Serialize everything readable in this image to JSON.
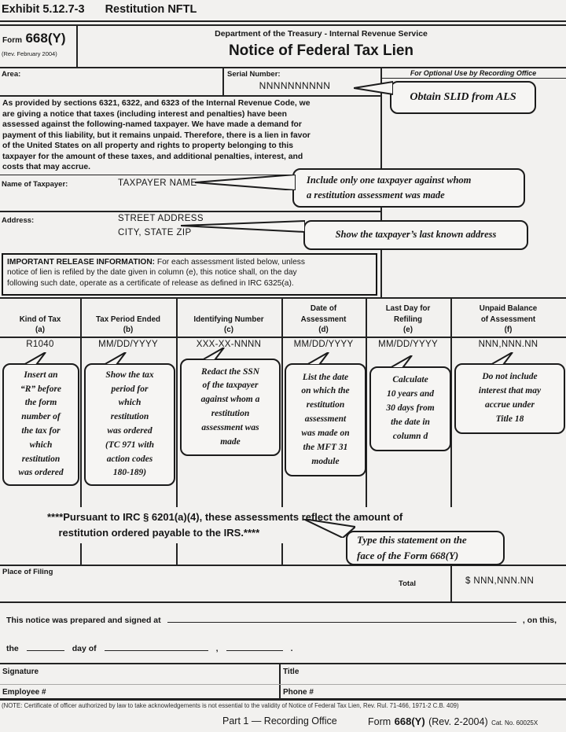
{
  "exhibit": {
    "number": "Exhibit 5.12.7-3",
    "title": "Restitution NFTL"
  },
  "form_header": {
    "form_word": "Form",
    "form_number": "668(Y)",
    "revision": "(Rev. February 2004)",
    "agency": "Department of the Treasury - Internal Revenue Service",
    "title": "Notice of Federal Tax Lien"
  },
  "meta": {
    "area_label": "Area:",
    "serial_label": "Serial Number:",
    "serial_value": "NNNNNNNNNN",
    "optional_use": "For Optional Use by Recording Office"
  },
  "lien_paragraph": "As provided by sections 6321, 6322, and 6323 of the Internal Revenue Code, we\nare giving a notice that taxes (including interest and penalties) have been\nassessed against the following-named taxpayer.  We have made a demand for\npayment of this liability, but it remains unpaid.  Therefore, there is a lien in favor\nof the United States on all property and rights to property belonging to this\ntaxpayer for the amount of these taxes, and additional penalties, interest, and\ncosts that may accrue.",
  "taxpayer": {
    "name_label": "Name of Taxpayer:",
    "name_value": "TAXPAYER NAME",
    "address_label": "Address:",
    "address_line1": "STREET ADDRESS",
    "address_line2": "CITY, STATE ZIP"
  },
  "release": {
    "label": "IMPORTANT RELEASE INFORMATION: ",
    "text": "For each assessment listed below, unless\nnotice of lien is refiled by the date given in column (e), this notice shall, on the day\nfollowing such date, operate as a certificate of release as defined in IRC 6325(a)."
  },
  "table": {
    "columns": [
      {
        "title": "Kind of Tax",
        "letter": "(a)",
        "value": "R1040"
      },
      {
        "title": "Tax Period Ended",
        "letter": "(b)",
        "value": "MM/DD/YYYY"
      },
      {
        "title": "Identifying Number",
        "letter": "(c)",
        "value": "XXX-XX-NNNN"
      },
      {
        "title": "Date of\nAssessment",
        "letter": "(d)",
        "value": "MM/DD/YYYY"
      },
      {
        "title": "Last Day for\nRefiling",
        "letter": "(e)",
        "value": "MM/DD/YYYY"
      },
      {
        "title": "Unpaid Balance\nof Assessment",
        "letter": "(f)",
        "value": "NNN,NNN.NN"
      }
    ],
    "total_label": "Total",
    "total_value": "$ NNN,NNN.NN"
  },
  "callouts": {
    "serial": "Obtain SLID from ALS",
    "taxpayer": "Include only one taxpayer against whom\na restitution assessment was made",
    "address": "Show the taxpayer’s last known address",
    "col_a": "Insert an\n“R” before\nthe form\nnumber of\nthe tax for\nwhich\nrestitution\nwas ordered",
    "col_b": "Show the tax\nperiod for\nwhich\nrestitution\nwas ordered\n(TC 971 with\naction codes\n180-189)",
    "col_c": "Redact the SSN\nof the taxpayer\nagainst whom a\nrestitution\nassessment was\nmade",
    "col_d": "List the date\non which the\nrestitution\nassessment\nwas made on\nthe MFT 31\nmodule",
    "col_e": "Calculate\n10 years and\n30 days from\nthe date in\ncolumn d",
    "col_f": "Do not include\ninterest that may\naccrue under\nTitle 18",
    "statement": "Type this statement on the\nface of the Form 668(Y)"
  },
  "statement": "****Pursuant to IRC § 6201(a)(4), these assessments reflect the amount of\n    restitution ordered payable to the IRS.****",
  "filing": {
    "place_label": "Place of Filing"
  },
  "attestation": {
    "prepared": "This notice was prepared and signed at",
    "on_this": ", on this,",
    "the": "the",
    "day_of": "day of",
    "comma": ",",
    "period": "."
  },
  "signature": {
    "signature_label": "Signature",
    "title_label": "Title",
    "employee_label": "Employee #",
    "phone_label": "Phone #"
  },
  "footnote": "(NOTE: Certificate of officer authorized by law to take acknowledgements is not essential to the validity of Notice of Federal Tax Lien, Rev. Rul. 71-466, 1971-2 C.B. 409)",
  "footer": {
    "part": "Part 1 — Recording Office",
    "form_word": "Form",
    "form_number": "668(Y)",
    "revision": "(Rev. 2-2004)",
    "catalog": "Cat. No. 60025X"
  }
}
